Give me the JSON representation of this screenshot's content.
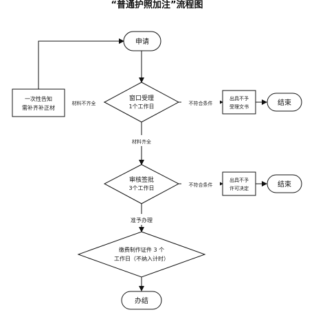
{
  "title": "“普通护照加注”流程图",
  "nodes": {
    "apply": "申请",
    "window_accept_line1": "窗口受理",
    "window_accept_line2": "1个工作日",
    "notify_line1": "一次性告知",
    "notify_line2": "需补齐补正材",
    "reject_doc_line1": "出具不予",
    "reject_doc_line2": "受理文书",
    "end_1": "结束",
    "review_line1": "审核签批",
    "review_line2": "3个工作日",
    "no_permit_line1": "出具不予",
    "no_permit_line2": "许可决定",
    "end_2": "结束",
    "fee_line1": "缴费制作证件 3 个",
    "fee_line2": "工作日（不纳入计时）",
    "done": "办结"
  },
  "edges": {
    "materials_incomplete": "材料不齐全",
    "not_qualified_1": "不符合条件",
    "materials_complete": "材料齐全",
    "not_qualified_2": "不符合条件",
    "approved": "准予办理"
  }
}
